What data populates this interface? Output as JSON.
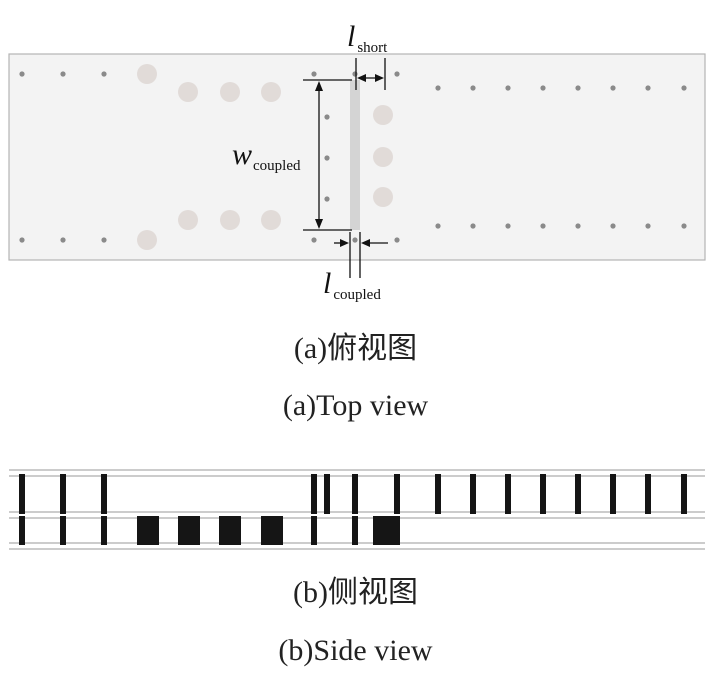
{
  "top_view": {
    "labels": {
      "l_short": {
        "symbol": "l",
        "subscript": "short"
      },
      "w_coupled": {
        "symbol": "w",
        "subscript": "coupled"
      },
      "l_coupled": {
        "symbol": "l",
        "subscript": "coupled"
      }
    },
    "caption_cn": "(a)俯视图",
    "caption_en": "(a)Top view"
  },
  "side_view": {
    "caption_cn": "(b)侧视图",
    "caption_en": "(b)Side view"
  },
  "colors": {
    "substrate_fill": "#f3f3f3",
    "substrate_stroke": "#b4b4b4",
    "small_via": "#8a8a8a",
    "large_via": "#e1dbd8",
    "slot": "#d4d4d4",
    "side_bar": "#151515",
    "line": "#111111"
  }
}
